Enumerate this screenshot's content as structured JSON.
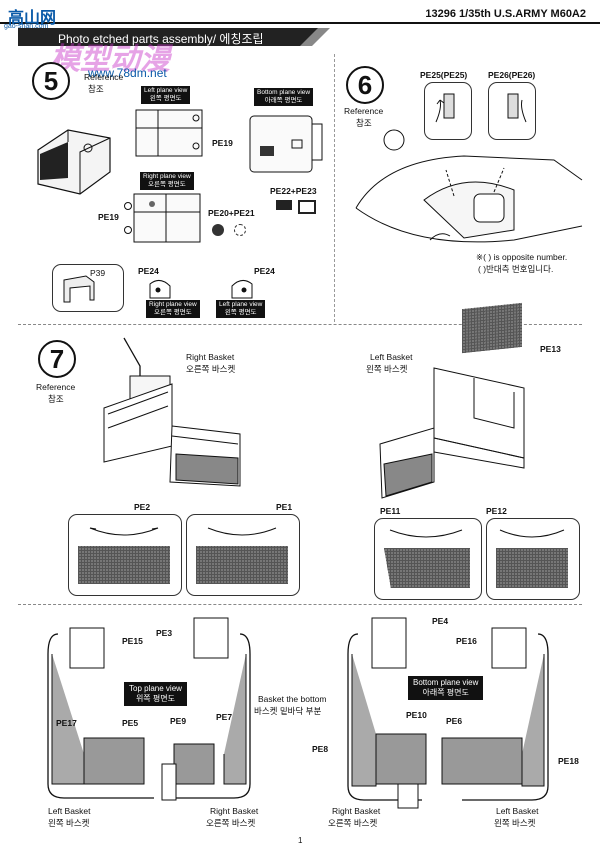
{
  "watermark": {
    "site_top": "高山网",
    "site_sub": "gao-shan.com",
    "logo_text": "模型动漫",
    "url": "www.78dm.net"
  },
  "header": {
    "doc_title": "13296 1/35th U.S.ARMY M60A2",
    "section_title": "Photo etched parts assembly/ 에칭조립"
  },
  "step5": {
    "number": "5",
    "ref_en": "Reference",
    "ref_ko": "참조",
    "left_view": {
      "en": "Left plane view",
      "ko": "왼쪽 평면도"
    },
    "bottom_view": {
      "en": "Bottom plane view",
      "ko": "아래쪽 평면도"
    },
    "right_view": {
      "en": "Right plane view",
      "ko": "오른쪽 평면도"
    },
    "parts": {
      "pe19_a": "PE19",
      "pe19_b": "PE19",
      "pe22_pe23": "PE22+PE23",
      "pe20_pe21": "PE20+PE21"
    }
  },
  "sub_parts": {
    "p39": "P39",
    "pe24_left": "PE24",
    "pe24_right": "PE24",
    "right_view": {
      "en": "Right plane view",
      "ko": "오른쪽 평면도"
    },
    "left_view": {
      "en": "Left plane view",
      "ko": "왼쪽 평면도"
    }
  },
  "step6": {
    "number": "6",
    "ref_en": "Reference",
    "ref_ko": "참조",
    "pe25": "PE25(PE25)",
    "pe26": "PE26(PE26)",
    "note_en": "※( ) is opposite number.",
    "note_ko": "( )반대측 번호입니다."
  },
  "step7": {
    "number": "7",
    "ref_en": "Reference",
    "ref_ko": "참조",
    "right_basket": {
      "en": "Right Basket",
      "ko": "오른쪽 바스켓"
    },
    "left_basket": {
      "en": "Left Basket",
      "ko": "왼쪽 바스켓"
    },
    "pe13": "PE13",
    "pe2": "PE2",
    "pe1": "PE1",
    "pe11": "PE11",
    "pe12": "PE12"
  },
  "bottom": {
    "top_view": {
      "en": "Top plane view",
      "ko": "위쪽 평면도"
    },
    "bottom_view": {
      "en": "Bottom plane view",
      "ko": "아래쪽 평면도"
    },
    "center_en": "Basket the bottom",
    "center_ko": "바스켓 밑바닥 부분",
    "parts": {
      "pe15": "PE15",
      "pe3": "PE3",
      "pe17": "PE17",
      "pe5": "PE5",
      "pe9": "PE9",
      "pe7": "PE7",
      "pe4": "PE4",
      "pe16": "PE16",
      "pe10": "PE10",
      "pe6": "PE6",
      "pe8": "PE8",
      "pe18": "PE18"
    },
    "left_basket_1": {
      "en": "Left Basket",
      "ko": "왼쪽 바스켓"
    },
    "right_basket_1": {
      "en": "Right Basket",
      "ko": "오른쪽 바스켓"
    },
    "right_basket_2": {
      "en": "Right Basket",
      "ko": "오른쪽 바스켓"
    },
    "left_basket_2": {
      "en": "Left Basket",
      "ko": "왼쪽 바스켓"
    }
  },
  "footer": {
    "page_number": "1"
  }
}
